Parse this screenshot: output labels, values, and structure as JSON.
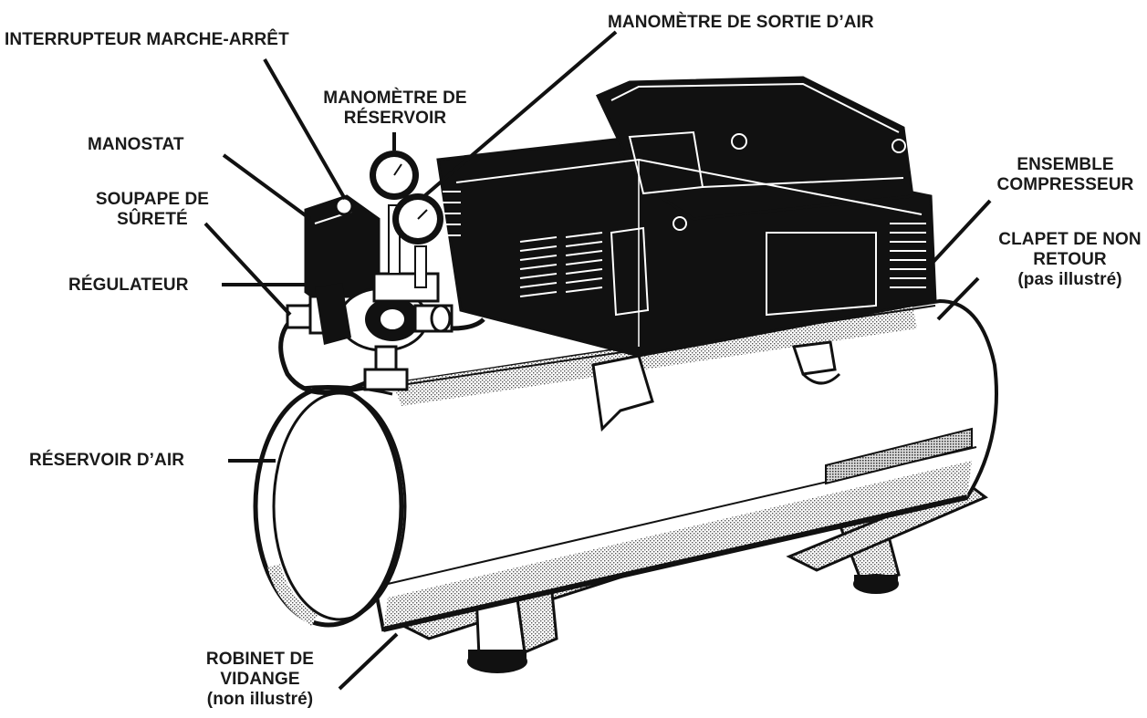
{
  "labels": {
    "interrupteur": "INTERRUPTEUR MARCHE-ARRÊT",
    "manometre_sortie": "MANOMÈTRE DE SORTIE D’AIR",
    "manometre_reservoir_1": "MANOMÈTRE DE",
    "manometre_reservoir_2": "RÉSERVOIR",
    "manostat": "MANOSTAT",
    "soupape_1": "SOUPAPE DE",
    "soupape_2": "SÛRETÉ",
    "regulateur": "RÉGULATEUR",
    "ensemble_1": "ENSEMBLE",
    "ensemble_2": "COMPRESSEUR",
    "clapet_1": "CLAPET DE NON",
    "clapet_2": "RETOUR",
    "clapet_3": "(pas illustré)",
    "reservoir_air": "RÉSERVOIR D’AIR",
    "robinet_1": "ROBINET DE",
    "robinet_2": "VIDANGE",
    "robinet_3": "(non illustré)"
  },
  "colors": {
    "ink": "#1a1a1a",
    "body": "#111111",
    "tank": "#ffffff",
    "shade": "#9a9a9a"
  }
}
